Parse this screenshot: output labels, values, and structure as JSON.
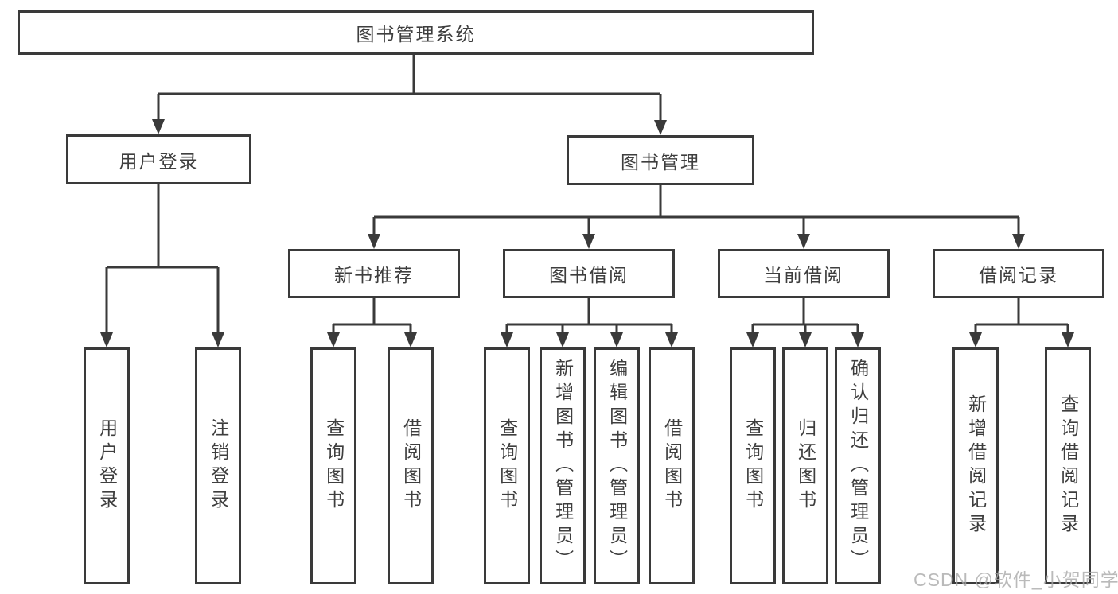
{
  "diagram_title": "图书管理系统",
  "tree": {
    "root": {
      "label": "图书管理系统"
    },
    "branches": [
      {
        "label": "用户登录",
        "children": [
          {
            "label": "用户登录"
          },
          {
            "label": "注销登录"
          }
        ]
      },
      {
        "label": "图书管理",
        "children": [
          {
            "label": "新书推荐",
            "children": [
              {
                "label": "查询图书"
              },
              {
                "label": "借阅图书"
              }
            ]
          },
          {
            "label": "图书借阅",
            "children": [
              {
                "label": "查询图书"
              },
              {
                "label": "新增图书（管理员）"
              },
              {
                "label": "编辑图书（管理员）"
              },
              {
                "label": "借阅图书"
              }
            ]
          },
          {
            "label": "当前借阅",
            "children": [
              {
                "label": "查询图书"
              },
              {
                "label": "归还图书"
              },
              {
                "label": "确认归还（管理员）"
              }
            ]
          },
          {
            "label": "借阅记录",
            "children": [
              {
                "label": "新增借阅记录"
              },
              {
                "label": "查询借阅记录"
              }
            ]
          }
        ]
      }
    ]
  },
  "watermark": {
    "text": "CSDN @软件_小贺同学"
  },
  "colors": {
    "line": "#3a3a3a",
    "box_border": "#3a3a3a",
    "text": "#3e3e3e",
    "background": "#ffffff",
    "watermark": "#a9a9a9"
  }
}
